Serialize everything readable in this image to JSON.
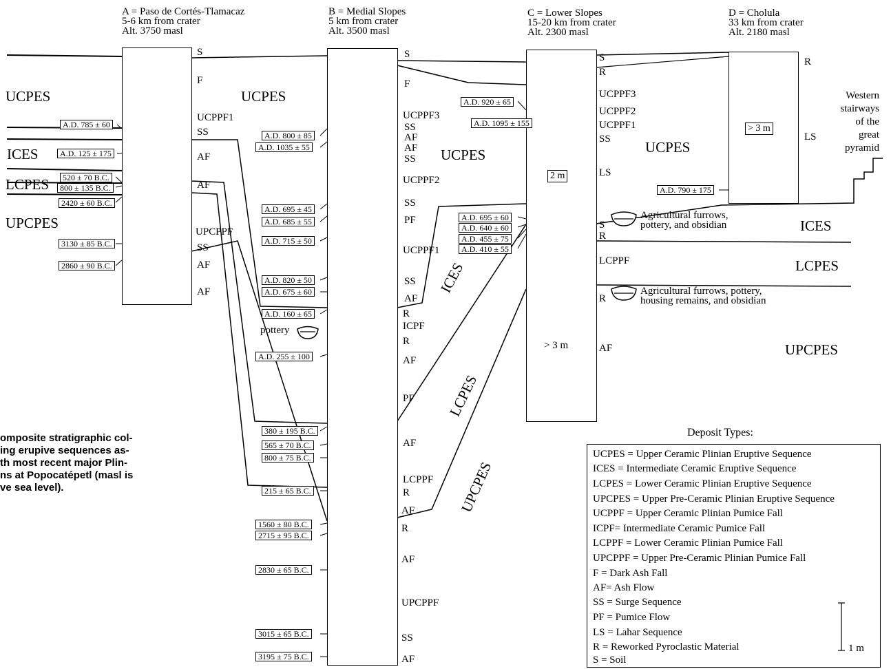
{
  "columns": {
    "a": {
      "title": "A = Paso de Cortés-Tlamacaz",
      "distance": "5-6 km from crater",
      "altitude": "Alt. 3750 masl"
    },
    "b": {
      "title": "B = Medial Slopes",
      "distance": "5 km from crater",
      "altitude": "Alt. 3500 masl"
    },
    "c": {
      "title": "C = Lower Slopes",
      "distance": "15-20 km from crater",
      "altitude": "Alt. 2300 masl"
    },
    "d": {
      "title": "D = Cholula",
      "distance": "33 km from crater",
      "altitude": "Alt. 2180 masl"
    }
  },
  "sequences": {
    "left_ucpes": "UCPES",
    "left_ices": "ICES",
    "left_lcpes": "LCPES",
    "left_upcpes": "UPCPES",
    "mid_ucpes": "UCPES",
    "b_ucpes": "UCPES",
    "c_ucpes": "UCPES",
    "rot_ices": "ICES",
    "rot_lcpes": "LCPES",
    "rot_upcpes": "UPCPES",
    "right_ices": "ICES",
    "right_lcpes": "LCPES",
    "right_upcpes": "UPCPES"
  },
  "col_a_layers": [
    "S",
    "F",
    "UCPPF1",
    "SS",
    "AF",
    "AF",
    "UPCPPF",
    "SS",
    "AF",
    "AF"
  ],
  "col_a_dates": [
    "A.D. 785 ± 60",
    "A.D. 125 ± 175",
    "520 ± 70 B.C.",
    "800 ± 135 B.C.",
    "2420 ± 60 B.C.",
    "3130 ± 85 B.C.",
    "2860 ± 90 B.C."
  ],
  "col_b_layers": [
    "S",
    "F",
    "UCPPF3",
    "SS",
    "AF",
    "AF",
    "SS",
    "UCPPF2",
    "SS",
    "PF",
    "UCPPF1",
    "SS",
    "AF",
    "R",
    "ICPF",
    "R",
    "AF",
    "PF",
    "AF",
    "LCPPF",
    "R",
    "AF",
    "R",
    "AF",
    "UPCPPF",
    "SS",
    "AF"
  ],
  "col_b_dates": [
    "A.D. 800 ± 85",
    "A.D. 1035 ± 55",
    "A.D. 695 ± 45",
    "A.D. 685 ± 55",
    "A.D. 715 ± 50",
    "A.D. 820 ± 50",
    "A.D. 675 ± 60",
    "A.D. 160 ± 65",
    "A.D. 255 ± 100",
    "380 ± 195 B.C.",
    "565 ± 70 B.C.",
    "800 ± 75 B.C.",
    "215 ± 65 B.C.",
    "1560 ± 80 B.C.",
    "2715 ± 95 B.C.",
    "2830 ± 65 B.C.",
    "3015 ± 65 B.C.",
    "3195 ± 75 B.C."
  ],
  "pottery_label": "pottery",
  "col_c_layers": [
    "S",
    "R",
    "UCPPF3",
    "UCPPF2",
    "UCPPF1",
    "SS",
    "LS",
    "S",
    "R",
    "LCPPF",
    "R",
    "AF"
  ],
  "col_c_dates": [
    "A.D. 920 ± 65",
    "A.D. 1095 ± 155",
    "A.D. 695 ± 60",
    "A.D. 640 ± 60",
    "A.D. 455 ± 75",
    "A.D. 410 ± 55"
  ],
  "col_c_thickness": [
    "2 m",
    "> 3 m"
  ],
  "col_d_layers": [
    "R",
    "LS"
  ],
  "col_d_dates": [
    "A.D. 790 ± 175"
  ],
  "col_d_thickness": "> 3 m",
  "pyramid": [
    "Western",
    "stairways",
    "of the",
    "great",
    "pyramid"
  ],
  "furrows1": [
    "Agricultural furrows,",
    "pottery, and obsidian"
  ],
  "furrows2": [
    "Agricultural furrows, pottery,",
    "housing remains, and obsidian"
  ],
  "caption": [
    "omposite stratigraphic col-",
    "ing erupive sequences as-",
    "th most recent major Plin-",
    "ns at Popocatépetl (masl is",
    "ve sea level)."
  ],
  "legend": {
    "title": "Deposit Types:",
    "items": [
      "UCPES = Upper Ceramic Plinian Eruptive Sequence",
      "ICES = Intermediate Ceramic Eruptive Sequence",
      "LCPES = Lower Ceramic Plinian Eruptive Sequence",
      "UPCPES = Upper Pre-Ceramic Plinian Eruptive Sequence",
      "UCPPF = Upper Ceramic Plinian Pumice Fall",
      "ICPF= Intermediate Ceramic Pumice Fall",
      "LCPPF = Lower Ceramic Plinian Pumice Fall",
      "UPCPPF = Upper Pre-Ceramic Plinian Pumice Fall",
      "F = Dark Ash Fall",
      "AF= Ash Flow",
      "SS = Surge Sequence",
      "PF = Pumice Flow",
      "LS = Lahar Sequence",
      "R = Reworked Pyroclastic Material",
      "S = Soil"
    ],
    "scale_label": "1 m"
  }
}
